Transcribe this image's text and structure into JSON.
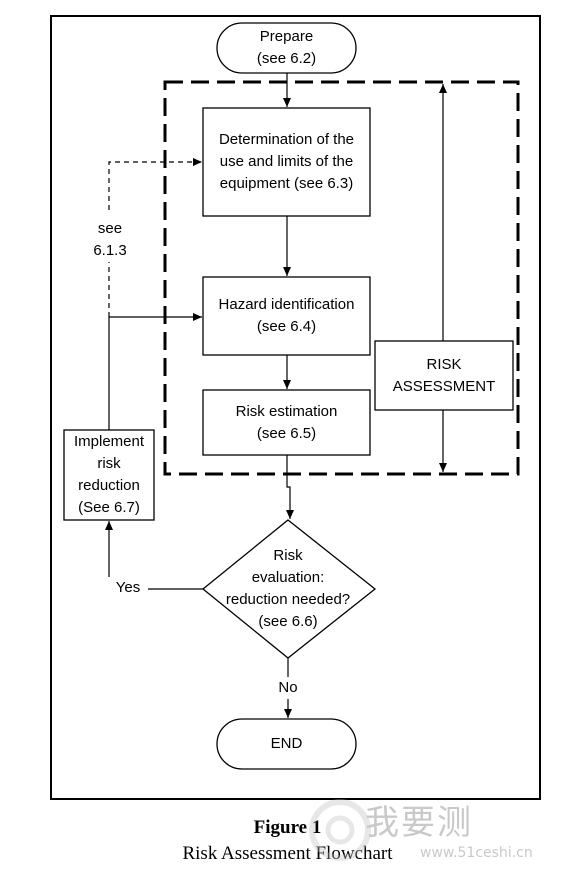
{
  "diagram": {
    "nodes": {
      "prepare": "Prepare\n(see 6.2)",
      "determination": "Determination of the\nuse and limits of the\nequipment (see 6.3)",
      "hazard": "Hazard identification\n(see 6.4)",
      "estimation": "Risk estimation\n(see 6.5)",
      "risk_assessment": "RISK\nASSESSMENT",
      "implement": "Implement\nrisk\nreduction\n(See 6.7)",
      "evaluation": "Risk\nevaluation:\nreduction needed?\n(see 6.6)",
      "end": "END"
    },
    "labels": {
      "see_613": "see\n6.1.3",
      "yes": "Yes",
      "no": "No"
    }
  },
  "caption": {
    "title": "Figure 1",
    "subtitle": "Risk Assessment Flowchart"
  },
  "watermark": {
    "text": "我要测",
    "url": "www.51ceshi.cn"
  }
}
